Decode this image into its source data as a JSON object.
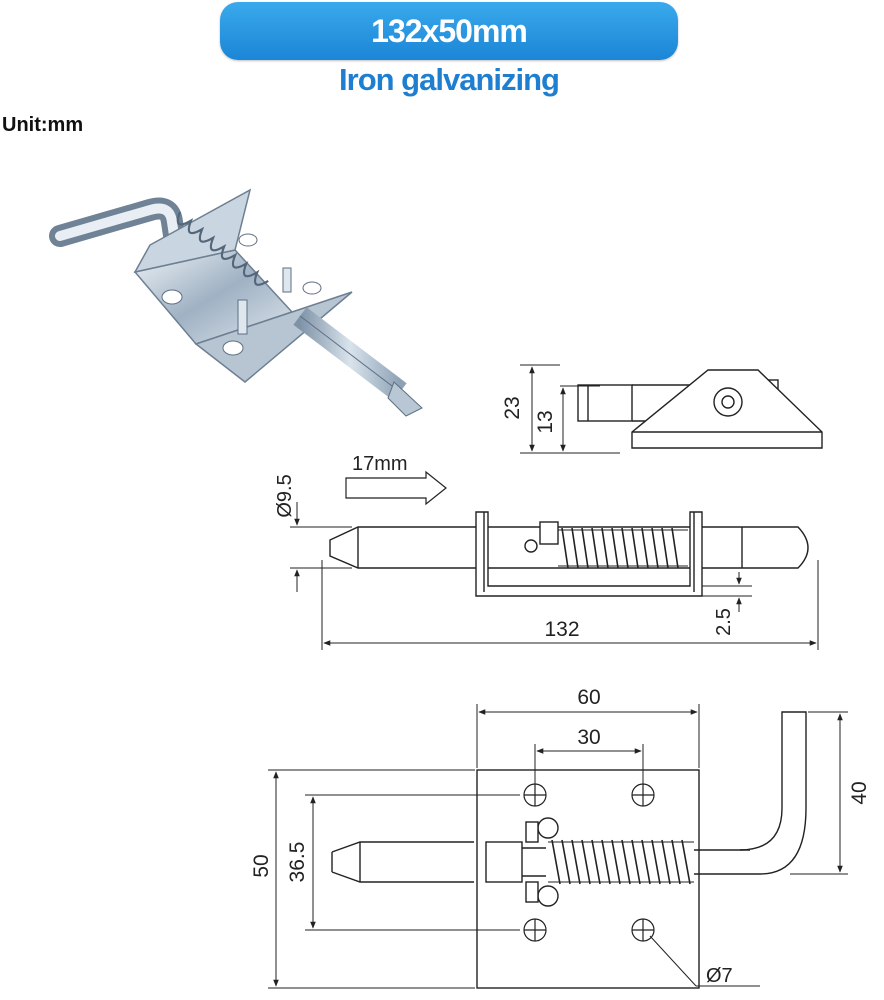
{
  "header": {
    "size_label": "132x50mm",
    "material": "Iron galvanizing"
  },
  "unit_label": "Unit:mm",
  "dimensions": {
    "height_total": "23",
    "height_pin": "13",
    "pin_diameter": "Ø9.5",
    "travel": "17mm",
    "length": "132",
    "plate_thickness": "2.5",
    "plate_width": "60",
    "hole_spacing_x": "30",
    "plate_height": "50",
    "hole_spacing_y": "36.5",
    "handle_height": "40",
    "hole_diameter": "Ø7"
  },
  "colors": {
    "banner": "#2a98e2",
    "subtitle": "#1e7fd0",
    "line": "#222222"
  }
}
